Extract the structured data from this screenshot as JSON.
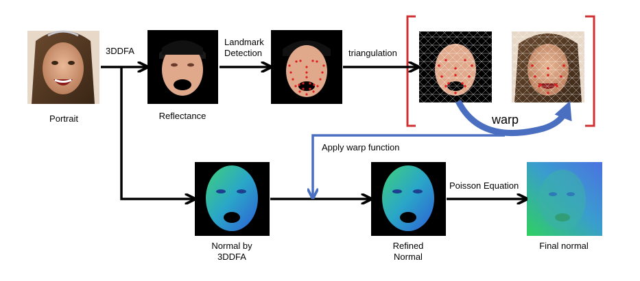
{
  "labels": {
    "portrait": "Portrait",
    "ddfa_step": "3DDFA",
    "reflectance": "Reflectance",
    "landmark_line1": "Landmark",
    "landmark_line2": "Detection",
    "triangulation": "triangulation",
    "warp": "warp",
    "apply_warp": "Apply warp function",
    "normal_line1": "Normal by",
    "normal_line2": "3DDFA",
    "refined_line1": "Refined",
    "refined_line2": "Normal",
    "poisson": "Poisson Equation",
    "final_normal": "Final normal"
  },
  "colors": {
    "arrow": "#000000",
    "warp_arrow": "#4a6fc0",
    "bracket": "#d23030",
    "landmark_dot": "#e02020"
  }
}
